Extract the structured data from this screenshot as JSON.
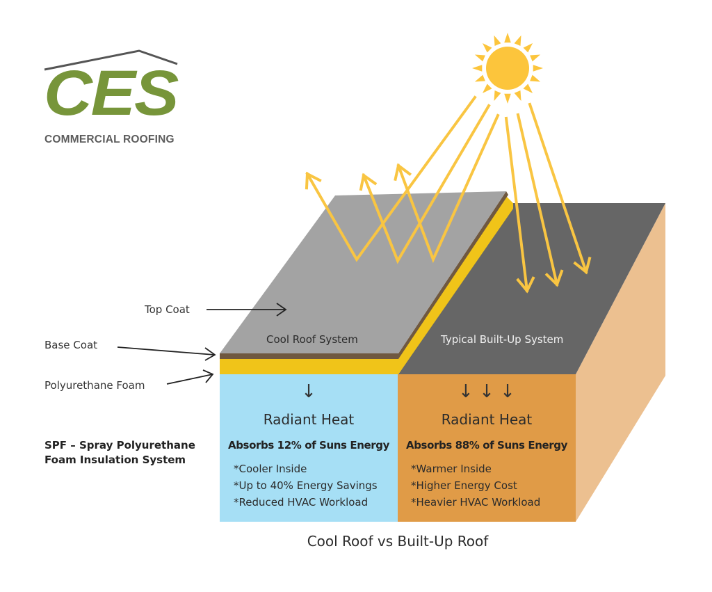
{
  "logo": {
    "brand": "CES",
    "subtitle": "COMMERCIAL ROOFING",
    "brand_color": "#77953a",
    "roof_line_color": "#555555"
  },
  "diagram": {
    "caption": "Cool Roof vs Built-Up Roof",
    "layer_labels": {
      "top_coat": "Top Coat",
      "base_coat": "Base Coat",
      "foam": "Polyurethane Foam"
    },
    "spf_note": {
      "line1": "SPF – Spray Polyurethane",
      "line2": "Foam Insulation System"
    },
    "cool_roof": {
      "surface_label": "Cool Roof System",
      "heat_arrows": "↓",
      "heading": "Radiant Heat",
      "absorbs": "Absorbs 12% of Suns Energy",
      "absorbs_percent": 12,
      "benefits": [
        "*Cooler Inside",
        "*Up to 40% Energy Savings",
        "*Reduced HVAC Workload"
      ],
      "colors": {
        "top": "#a3a3a3",
        "base_coat": "#6f5840",
        "foam": "#f0c419",
        "interior": "#a6dff5"
      }
    },
    "built_up": {
      "surface_label": "Typical Built-Up System",
      "heat_arrows": "↓ ↓ ↓",
      "heading": "Radiant Heat",
      "absorbs": "Absorbs 88% of Suns Energy",
      "absorbs_percent": 88,
      "benefits": [
        "*Warmer Inside",
        "*Higher Energy Cost",
        "*Heavier HVAC Workload"
      ],
      "colors": {
        "top": "#666666",
        "interior": "#e09b47",
        "side": "#ecc090"
      }
    },
    "sun": {
      "color": "#fcc53c",
      "ray_color": "#f9c542"
    },
    "reflected_rays": 3,
    "absorbed_rays": 3
  }
}
